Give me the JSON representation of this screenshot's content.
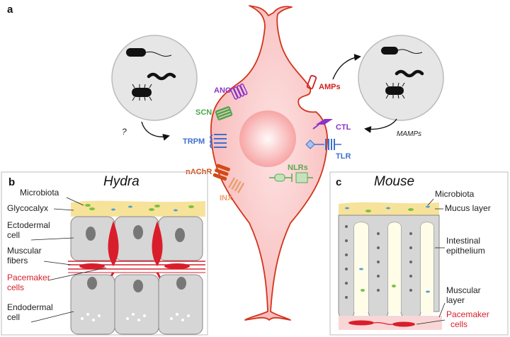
{
  "panels": {
    "a": "a",
    "b": "b",
    "c": "c"
  },
  "species": {
    "hydra": "Hydra",
    "mouse": "Mouse"
  },
  "receptors": {
    "ano": "ANO",
    "scn": "SCN",
    "trpm": "TRPM",
    "nachr": "nAChR",
    "inx": "INX",
    "amps": "AMPs",
    "ctl": "CTL",
    "tlr": "TLR",
    "nlrs": "NLRs"
  },
  "arrows": {
    "question": "?",
    "mamps": "MAMPs"
  },
  "hydra_labels": {
    "microbiota": "Microbiota",
    "glycocalyx": "Glycocalyx",
    "ectodermal_1": "Ectodermal",
    "ectodermal_2": "cell",
    "muscular_1": "Muscular",
    "muscular_2": "fibers",
    "pacemaker_1": "Pacemaker",
    "pacemaker_2": "cells",
    "endodermal_1": "Endodermal",
    "endodermal_2": "cell"
  },
  "mouse_labels": {
    "microbiota": "Microbiota",
    "mucus": "Mucus layer",
    "intestinal_1": "Intestinal",
    "intestinal_2": "epithelium",
    "muscular_1": "Muscular",
    "muscular_2": "layer",
    "pacemaker_1": "Pacemaker",
    "pacemaker_2": "cells"
  },
  "colors": {
    "neuron_fill": "#fbd3d3",
    "neuron_stroke": "#d2341c",
    "pacemaker": "#d91e2b",
    "ano": "#8a33c9",
    "scn": "#4aa84a",
    "trpm": "#3d6fd0",
    "nachr": "#d24a16",
    "inx": "#e8a070",
    "amps": "#d21f1f",
    "ctl": "#8a33c9",
    "tlr": "#3d6fd0",
    "nlrs": "#5aa850",
    "mucus": "#f7e29a"
  }
}
